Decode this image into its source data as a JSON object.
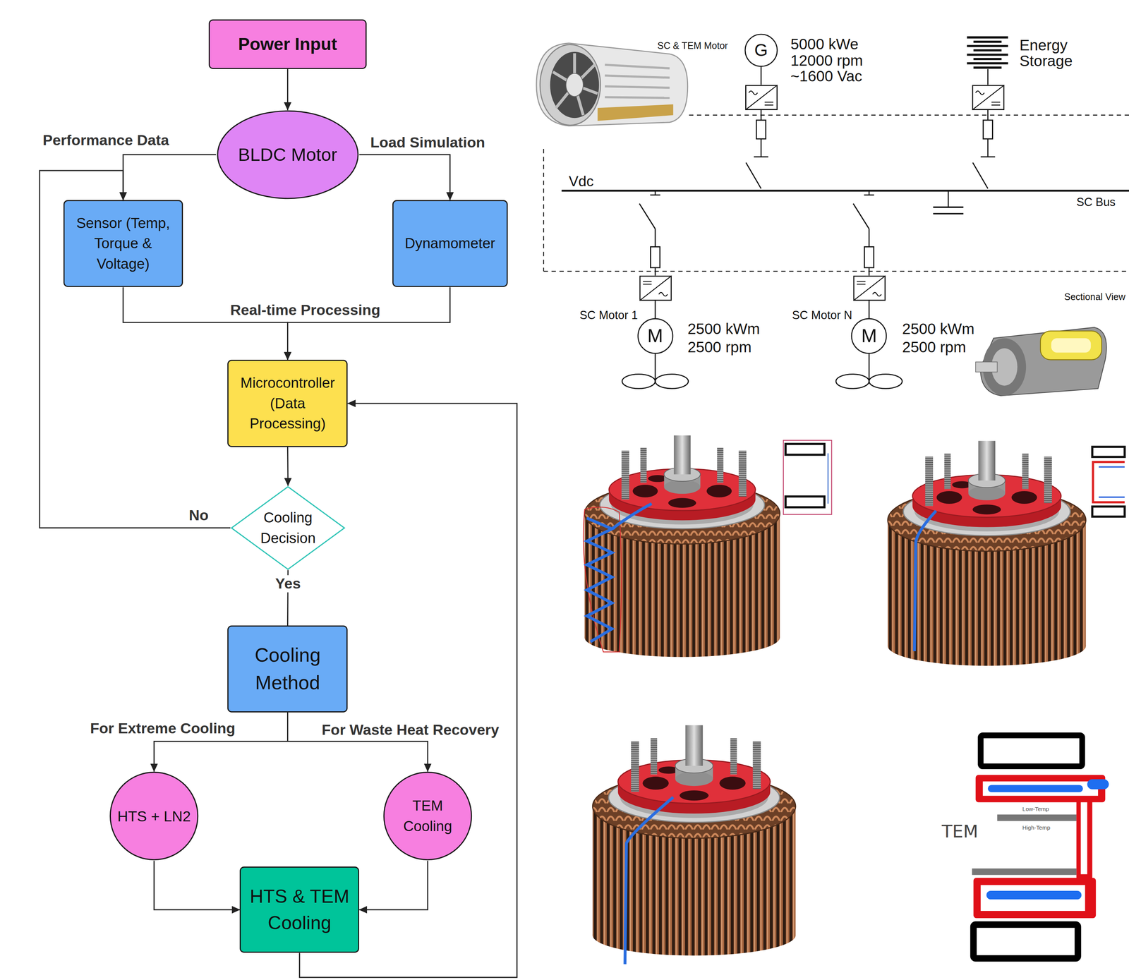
{
  "diagram": {
    "nodes": [
      {
        "text": [
          "Power Input"
        ]
      },
      {
        "text": [
          "BLDC Motor"
        ]
      },
      {
        "text": [
          "Sensor (Temp, Torque & Voltage)"
        ]
      },
      {
        "text": [
          "Dynamometer"
        ]
      },
      {
        "text": [
          "Microcontroller (Data Processing)"
        ]
      },
      {
        "text": [
          "Cooling Decision"
        ]
      },
      {
        "text": [
          "Cooling Method"
        ]
      },
      {
        "text": [
          "HTS + LN2"
        ]
      },
      {
        "text": [
          "TEM Cooling"
        ]
      },
      {
        "text": [
          "HTS & TEM Cooling"
        ]
      },
      {
        "text": [
          "G"
        ]
      },
      {
        "text": [
          "M"
        ]
      },
      {
        "text": [
          "M"
        ]
      }
    ],
    "edges": [
      {
        "from": 0,
        "to": 1,
        "arrow": "to"
      },
      {
        "from": 1,
        "to": 2,
        "label": "Performance Data",
        "arrow": "to"
      },
      {
        "from": 1,
        "to": 3,
        "label": "Load Simulation",
        "arrow": "to"
      },
      {
        "from": 2,
        "to": 4,
        "label": "Real-time Processing",
        "arrow": "to"
      },
      {
        "from": 3,
        "to": 4,
        "arrow": "to"
      },
      {
        "from": 4,
        "to": 5,
        "arrow": "to"
      },
      {
        "from": 5,
        "to": 2,
        "label": "No",
        "arrow": "to"
      },
      {
        "from": 5,
        "to": 6,
        "label": "Yes",
        "arrow": "none"
      },
      {
        "from": 6,
        "to": 7,
        "label": "For Extreme Cooling",
        "arrow": "to"
      },
      {
        "from": 6,
        "to": 8,
        "label": "For Waste Heat Recovery",
        "arrow": "to"
      },
      {
        "from": 7,
        "to": 9,
        "arrow": "to"
      },
      {
        "from": 8,
        "to": 9,
        "arrow": "to"
      },
      {
        "from": 9,
        "to": 4,
        "arrow": "to"
      }
    ],
    "labels": [
      "SC & TEM Motor",
      "5000 kWe",
      "12000 rpm",
      "~1600 Vac",
      "Energy Storage",
      "Vdc",
      "SC Bus",
      "SC Motor 1",
      "2500 kWm",
      "2500 rpm",
      "SC Motor N",
      "2500 kWm",
      "2500 rpm",
      "Sectional View",
      "Low-Temp",
      "High-Temp",
      "TEM"
    ]
  }
}
